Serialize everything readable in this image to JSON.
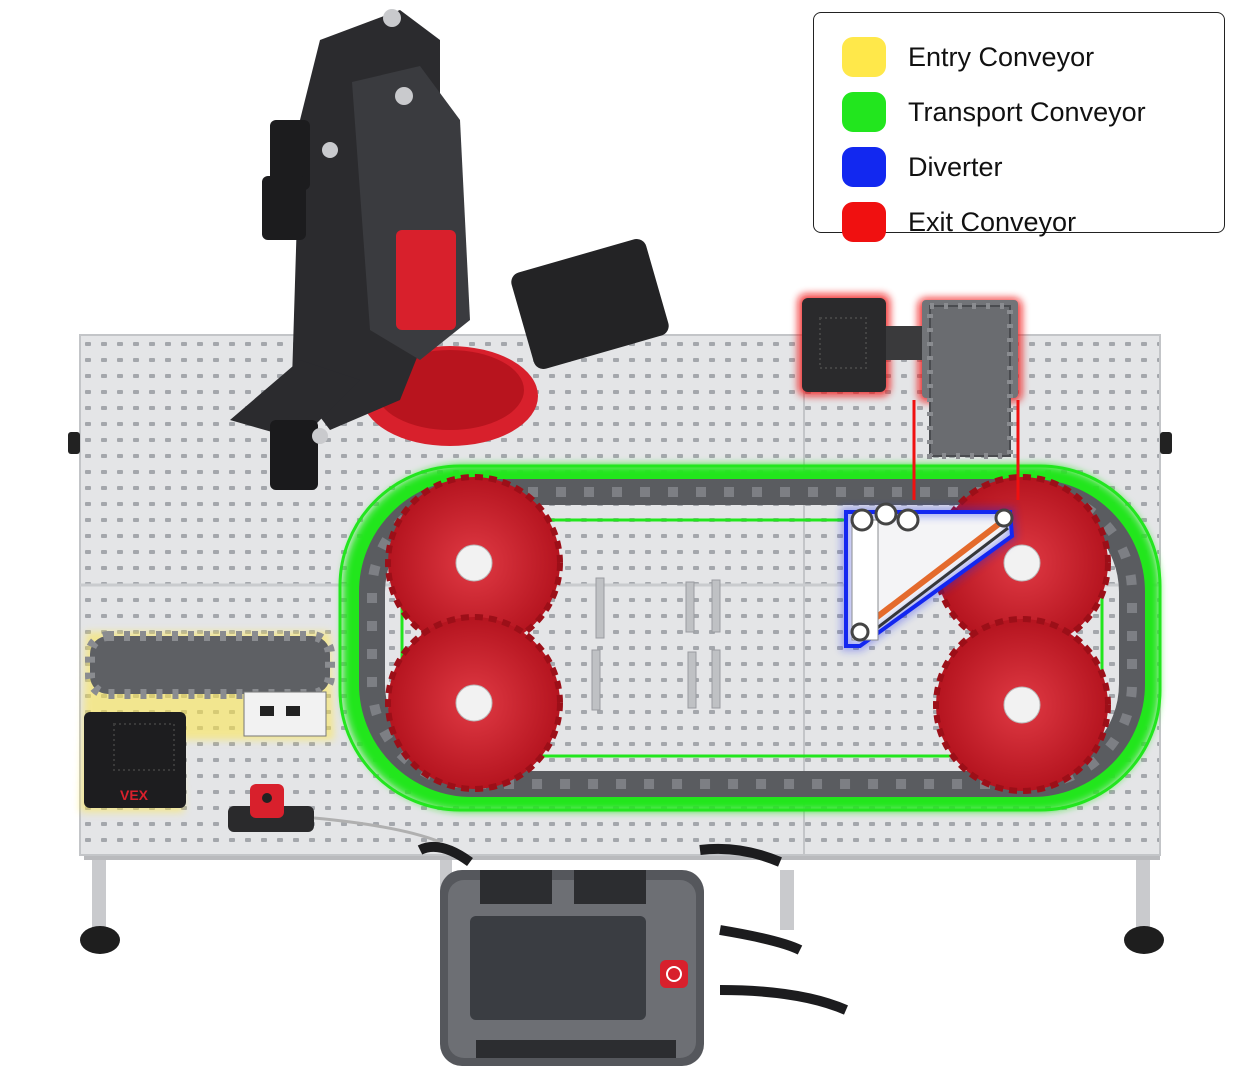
{
  "legend": {
    "items": [
      {
        "label": "Entry Conveyor",
        "color": "#ffe84a"
      },
      {
        "label": "Transport Conveyor",
        "color": "#22e61e"
      },
      {
        "label": "Diverter",
        "color": "#1228f0"
      },
      {
        "label": "Exit Conveyor",
        "color": "#f01010"
      }
    ]
  },
  "brand": {
    "logo_text": "VEX"
  },
  "colors": {
    "board": "#e4e5e7",
    "hole": "#9da0a5",
    "sprocket": "#d8202c",
    "link": "#6a6c70",
    "arm": "#2b2b2e",
    "brain_screen": "#3a3d42",
    "brain_body": "#5c5e63"
  }
}
